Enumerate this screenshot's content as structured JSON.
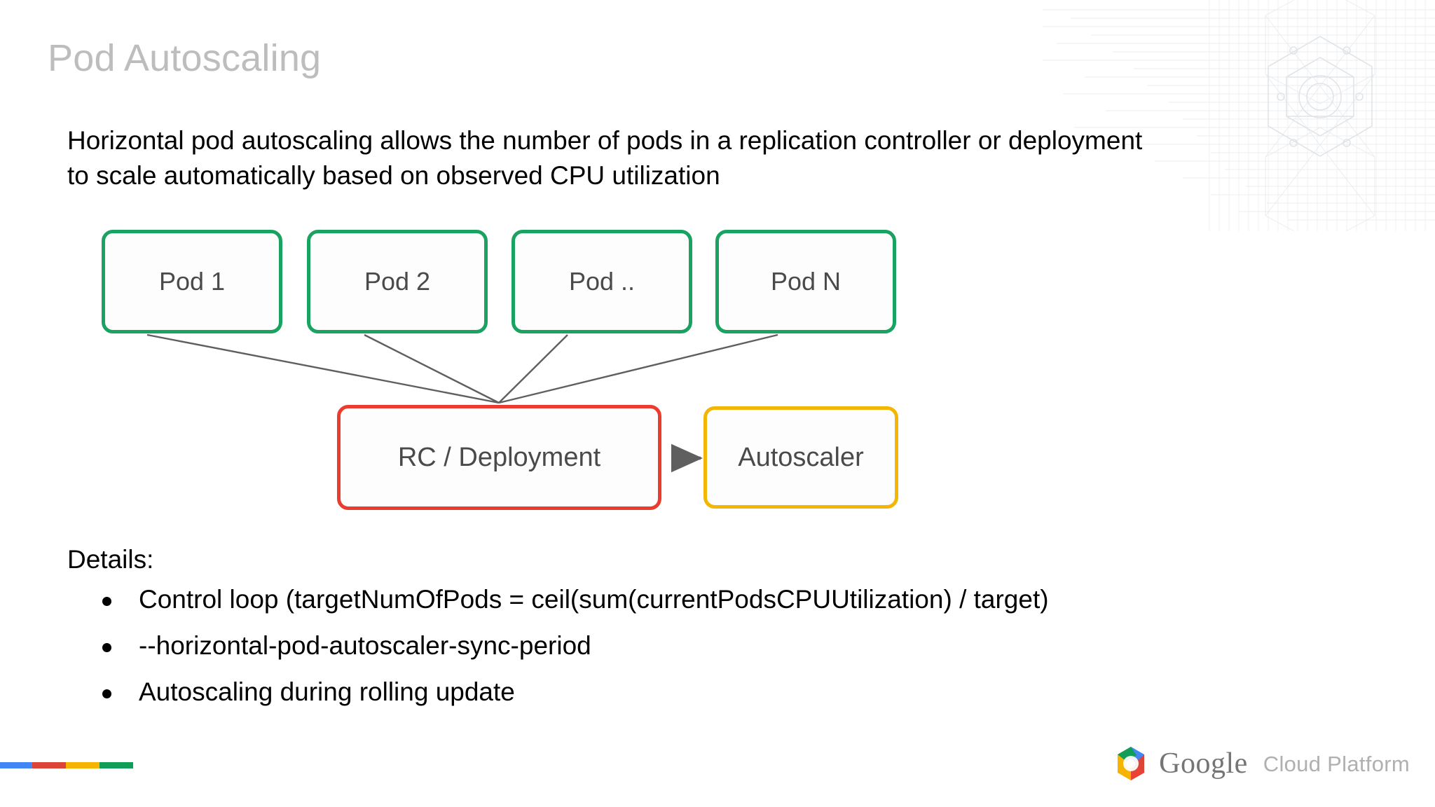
{
  "slide": {
    "title": "Pod Autoscaling",
    "intro_lines": [
      "Horizontal pod autoscaling allows the number of pods in a replication controller or deployment",
      "to scale automatically based on observed CPU utilization"
    ],
    "details_label": "Details:",
    "bullets": [
      "Control loop (targetNumOfPods = ceil(sum(currentPodsCPUUtilization) / target)",
      "--horizontal-pod-autoscaler-sync-period",
      "Autoscaling during rolling update"
    ]
  },
  "diagram": {
    "pods": [
      {
        "label": "Pod 1"
      },
      {
        "label": "Pod 2"
      },
      {
        "label": "Pod .."
      },
      {
        "label": "Pod N"
      }
    ],
    "controller": {
      "label": "RC / Deployment"
    },
    "autoscaler": {
      "label": "Autoscaler"
    }
  },
  "footer": {
    "brand": "Google",
    "product": "Cloud Platform",
    "bar_colors": [
      "#4285f4",
      "#db4437",
      "#f4b400",
      "#0f9d58"
    ]
  },
  "colors": {
    "title": "#bdbdbd",
    "body": "#000000",
    "node_text": "#4a4a4a",
    "pod_border": "#1aa260",
    "controller_border": "#ea3d2f",
    "autoscaler_border": "#f2b705",
    "connector": "#5f5f5f"
  }
}
